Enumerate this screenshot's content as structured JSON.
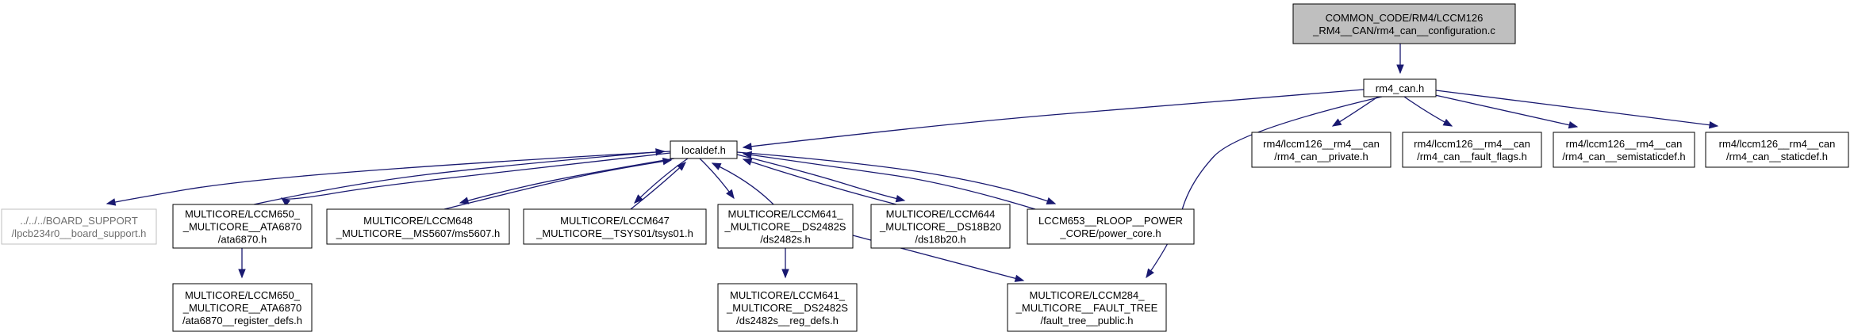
{
  "graph": {
    "nodes": [
      {
        "id": "root",
        "lines": [
          "COMMON_CODE/RM4/LCCM126",
          "_RM4__CAN/rm4_can__configuration.c"
        ],
        "style": "root"
      },
      {
        "id": "rm4_can_h",
        "lines": [
          "rm4_can.h"
        ],
        "style": "normal"
      },
      {
        "id": "localdef_h",
        "lines": [
          "localdef.h"
        ],
        "style": "normal"
      },
      {
        "id": "rm4_private",
        "lines": [
          "rm4/lccm126__rm4__can",
          "/rm4_can__private.h"
        ],
        "style": "normal"
      },
      {
        "id": "rm4_fault",
        "lines": [
          "rm4/lccm126__rm4__can",
          "/rm4_can__fault_flags.h"
        ],
        "style": "normal"
      },
      {
        "id": "rm4_semistatic",
        "lines": [
          "rm4/lccm126__rm4__can",
          "/rm4_can__semistaticdef.h"
        ],
        "style": "normal"
      },
      {
        "id": "rm4_static",
        "lines": [
          "rm4/lccm126__rm4__can",
          "/rm4_can__staticdef.h"
        ],
        "style": "normal"
      },
      {
        "id": "board_support",
        "lines": [
          "../../../BOARD_SUPPORT",
          "/lpcb234r0__board_support.h"
        ],
        "style": "gray"
      },
      {
        "id": "ata6870",
        "lines": [
          "MULTICORE/LCCM650_",
          "_MULTICORE__ATA6870",
          "/ata6870.h"
        ],
        "style": "normal"
      },
      {
        "id": "ms5607",
        "lines": [
          "MULTICORE/LCCM648",
          "_MULTICORE__MS5607/ms5607.h"
        ],
        "style": "normal"
      },
      {
        "id": "tsys01",
        "lines": [
          "MULTICORE/LCCM647",
          "_MULTICORE__TSYS01/tsys01.h"
        ],
        "style": "normal"
      },
      {
        "id": "ds2482s",
        "lines": [
          "MULTICORE/LCCM641_",
          "_MULTICORE__DS2482S",
          "/ds2482s.h"
        ],
        "style": "normal"
      },
      {
        "id": "ds18b20",
        "lines": [
          "MULTICORE/LCCM644",
          "_MULTICORE__DS18B20",
          "/ds18b20.h"
        ],
        "style": "normal"
      },
      {
        "id": "power_core",
        "lines": [
          "LCCM653__RLOOP__POWER",
          "_CORE/power_core.h"
        ],
        "style": "normal"
      },
      {
        "id": "ata6870_regs",
        "lines": [
          "MULTICORE/LCCM650_",
          "_MULTICORE__ATA6870",
          "/ata6870__register_defs.h"
        ],
        "style": "normal"
      },
      {
        "id": "ds2482s_regs",
        "lines": [
          "MULTICORE/LCCM641_",
          "_MULTICORE__DS2482S",
          "/ds2482s__reg_defs.h"
        ],
        "style": "normal"
      },
      {
        "id": "fault_tree",
        "lines": [
          "MULTICORE/LCCM284_",
          "_MULTICORE__FAULT_TREE",
          "/fault_tree__public.h"
        ],
        "style": "normal"
      }
    ],
    "edges": [
      {
        "from": "root",
        "to": "rm4_can_h"
      },
      {
        "from": "rm4_can_h",
        "to": "localdef_h"
      },
      {
        "from": "rm4_can_h",
        "to": "rm4_private"
      },
      {
        "from": "rm4_can_h",
        "to": "rm4_fault"
      },
      {
        "from": "rm4_can_h",
        "to": "rm4_semistatic"
      },
      {
        "from": "rm4_can_h",
        "to": "rm4_static"
      },
      {
        "from": "rm4_can_h",
        "to": "fault_tree"
      },
      {
        "from": "localdef_h",
        "to": "board_support"
      },
      {
        "from": "localdef_h",
        "to": "ata6870"
      },
      {
        "from": "ata6870",
        "to": "localdef_h"
      },
      {
        "from": "localdef_h",
        "to": "ms5607"
      },
      {
        "from": "ms5607",
        "to": "localdef_h"
      },
      {
        "from": "localdef_h",
        "to": "tsys01"
      },
      {
        "from": "tsys01",
        "to": "localdef_h"
      },
      {
        "from": "localdef_h",
        "to": "ds2482s"
      },
      {
        "from": "ds2482s",
        "to": "localdef_h"
      },
      {
        "from": "localdef_h",
        "to": "ds18b20"
      },
      {
        "from": "ds18b20",
        "to": "localdef_h"
      },
      {
        "from": "localdef_h",
        "to": "power_core"
      },
      {
        "from": "power_core",
        "to": "localdef_h"
      },
      {
        "from": "ata6870",
        "to": "ata6870_regs"
      },
      {
        "from": "ds2482s",
        "to": "ds2482s_regs"
      },
      {
        "from": "ds2482s",
        "to": "fault_tree"
      }
    ]
  }
}
